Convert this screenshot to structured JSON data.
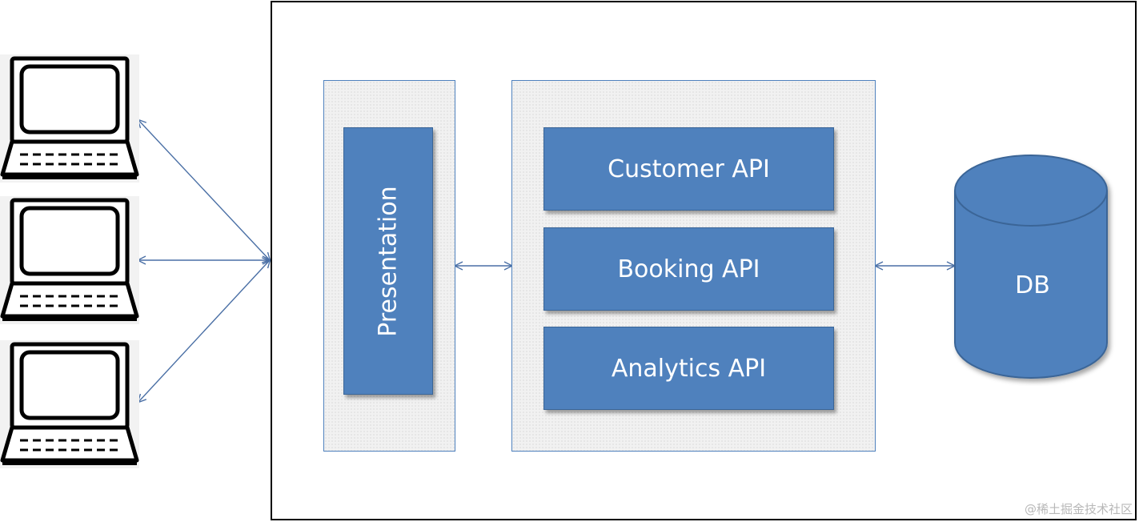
{
  "diagram": {
    "presentation_label": "Presentation",
    "apis": [
      {
        "label": "Customer API"
      },
      {
        "label": "Booking API"
      },
      {
        "label": "Analytics API"
      }
    ],
    "database_label": "DB"
  },
  "watermark": "@稀土掘金技术社区",
  "colors": {
    "box_fill": "#4f81bd",
    "box_border": "#3a6597",
    "tier_border": "#4f81bd",
    "tier_fill": "#f1f1f1",
    "line": "#4a6fa5"
  },
  "icons": [
    "computer-icon",
    "computer-icon",
    "computer-icon",
    "database-cylinder-icon"
  ]
}
